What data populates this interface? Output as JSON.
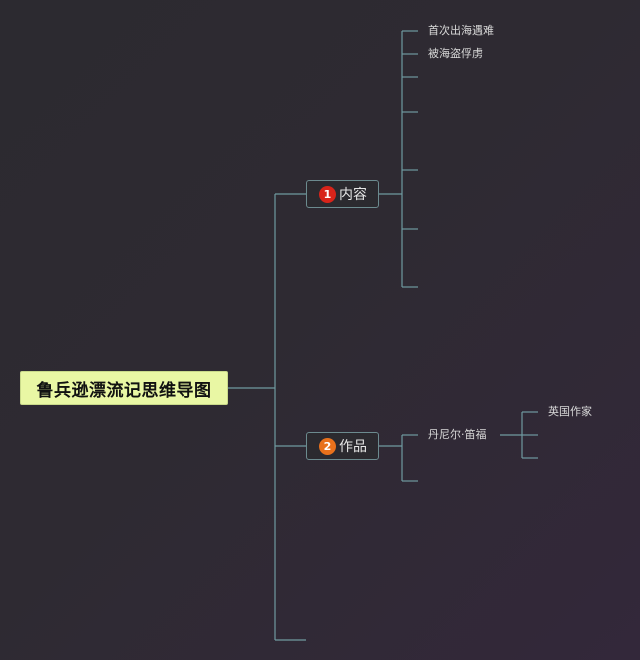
{
  "root": {
    "label": "鲁兵逊漂流记思维导图"
  },
  "branches": [
    {
      "number": "1",
      "label": "内容",
      "marker_color": "#d8241a",
      "children": [
        "首次出海遇难",
        "被海盗俘虏",
        "",
        "",
        "",
        "",
        ""
      ]
    },
    {
      "number": "2",
      "label": "作品",
      "marker_color": "#e8711c",
      "children": [
        {
          "label": "丹尼尔·笛福",
          "children": [
            "英国作家",
            "",
            ""
          ]
        },
        ""
      ]
    }
  ],
  "colors": {
    "background": "#2e2a32",
    "connector": "#6f9aa0",
    "root_fill": "#e9f7a4",
    "branch_border": "#6c8b8f"
  }
}
